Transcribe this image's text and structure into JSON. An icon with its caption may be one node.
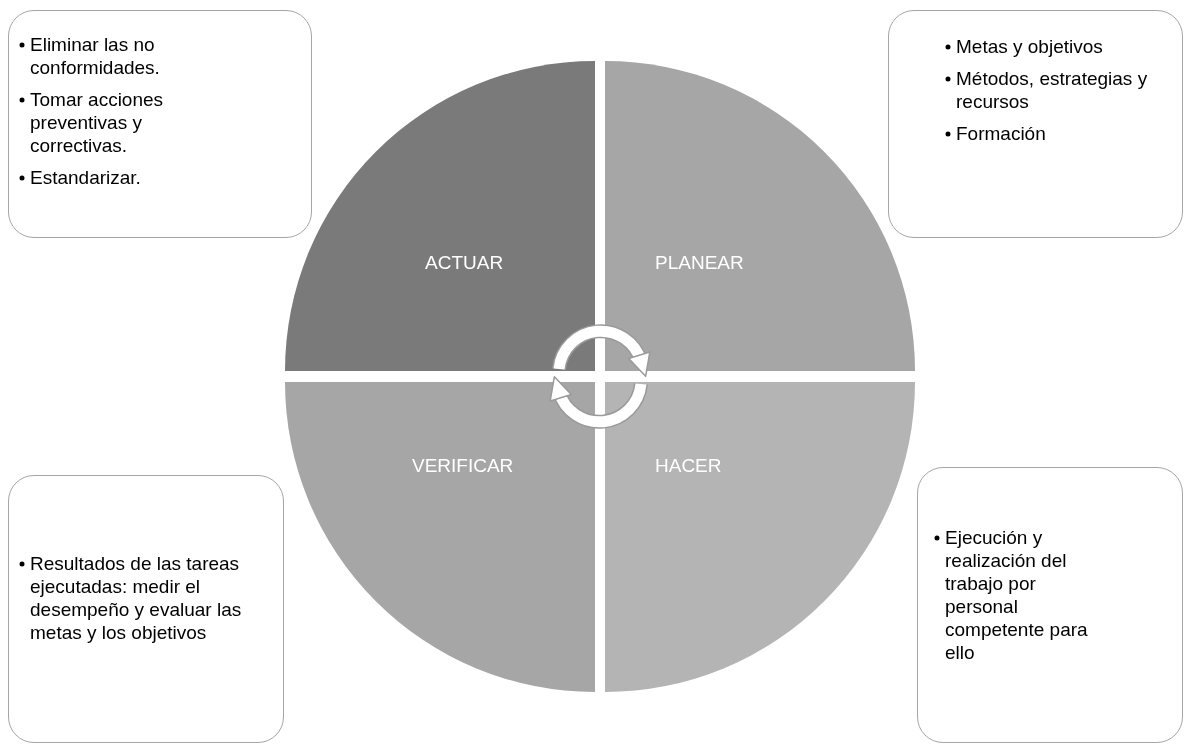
{
  "diagram": {
    "nodes": [
      {
        "text": [
          "Eliminar las no conformidades.",
          "Tomar acciones preventivas y correctivas.",
          "Estandarizar."
        ]
      },
      {
        "text": [
          "Metas y objetivos",
          "Métodos, estrategias y recursos",
          "Formación"
        ]
      },
      {
        "text": [
          "ACTUAR"
        ]
      },
      {
        "text": [
          "PLANEAR"
        ]
      },
      {
        "text": [
          "VERIFICAR"
        ]
      },
      {
        "text": [
          "HACER"
        ]
      },
      {
        "text": [
          "Resultados de las tareas ejecutadas: medir el desempeño y evaluar las metas y los objetivos"
        ]
      },
      {
        "text": [
          "Ejecución y realización del trabajo por personal competente para ello"
        ]
      }
    ],
    "edges": [
      {
        "from": 2,
        "to": 3,
        "arrow": "to"
      },
      {
        "from": 5,
        "to": 4,
        "arrow": "to"
      }
    ]
  }
}
